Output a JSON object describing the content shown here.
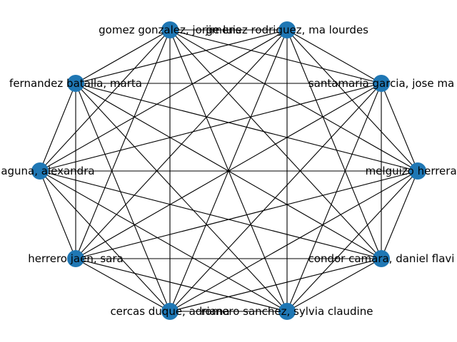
{
  "graph": {
    "node_color": "#1f77b4",
    "edge_color": "#000000",
    "nodes": [
      {
        "id": "n0",
        "label": "gomez gonzalez, jorge luis"
      },
      {
        "id": "n1",
        "label": "jimenez rodriguez, ma lourdes"
      },
      {
        "id": "n2",
        "label": "santamaria garcia, jose ma"
      },
      {
        "id": "n3",
        "label": "melguizo herrera, e"
      },
      {
        "id": "n4",
        "label": "condor camara, daniel flavi"
      },
      {
        "id": "n5",
        "label": "romero sanchez, sylvia claudine"
      },
      {
        "id": "n6",
        "label": "cercas duque, adriana"
      },
      {
        "id": "n7",
        "label": "herrero jaen, sara"
      },
      {
        "id": "n8",
        "label": "ez aguna, alexandra"
      },
      {
        "id": "n9",
        "label": "fernandez batalla, marta"
      }
    ],
    "edges": "complete"
  }
}
